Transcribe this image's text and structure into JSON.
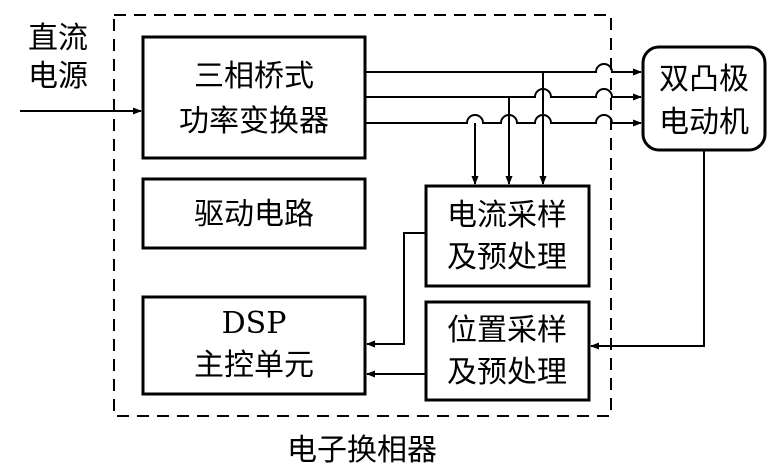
{
  "input": {
    "line1": "直流",
    "line2": "电源"
  },
  "converter": {
    "line1": "三相桥式",
    "line2": "功率变换器"
  },
  "driver": {
    "label": "驱动电路"
  },
  "dsp": {
    "line1": "DSP",
    "line2": "主控单元"
  },
  "current_sampling": {
    "line1": "电流采样",
    "line2": "及预处理"
  },
  "position_sampling": {
    "line1": "位置采样",
    "line2": "及预处理"
  },
  "motor": {
    "line1": "双凸极",
    "line2": "电动机"
  },
  "commutator": {
    "label": "电子换相器"
  }
}
